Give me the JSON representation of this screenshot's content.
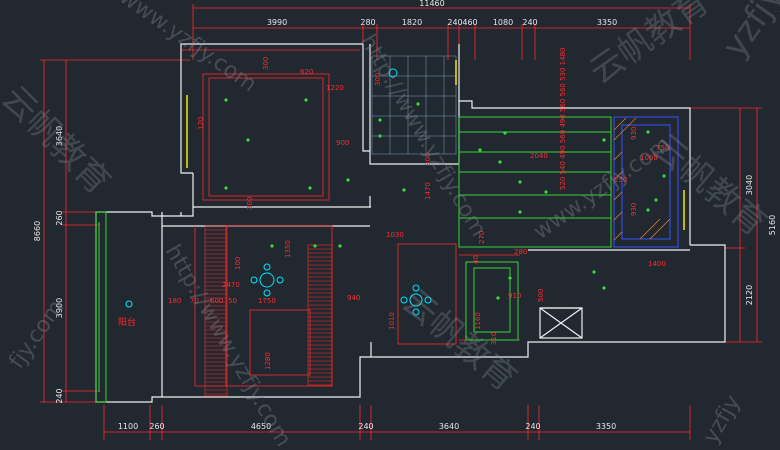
{
  "colors": {
    "background": "#212830",
    "wall": "#f0f0f0",
    "dimension": "#ff2a2a",
    "grid": "#33d633",
    "light": "#00e5ff",
    "blue": "#3355ff",
    "yellow": "#f5e800"
  },
  "dims_top": {
    "overall": "11460",
    "d1": "3990",
    "d2": "280",
    "d3": "1820",
    "d4": "240",
    "d5": "460",
    "d6": "1080",
    "d7": "240",
    "d8": "3350"
  },
  "dims_bottom": {
    "d1": "1100",
    "d2": "260",
    "d3": "4650",
    "d4": "240",
    "d5": "3640",
    "d6": "240",
    "d7": "3350"
  },
  "dims_left": {
    "overall": "8660",
    "d1": "3640",
    "d2": "260",
    "d3": "3900",
    "d4": "240"
  },
  "dims_right": {
    "overall": "5160",
    "d1": "3040",
    "d2": "2120"
  },
  "interior_dims": {
    "a620": "620",
    "a300": "300",
    "a1220": "1220",
    "a900": "900",
    "a120": "120",
    "a300b": "300",
    "a300c": "300",
    "a1470": "1470",
    "a1030": "1030",
    "a2040": "2040",
    "a2470": "2470",
    "a1750": "1750",
    "a1350": "1350",
    "a940": "940",
    "a1010": "1010",
    "a600": "600",
    "a50": "50",
    "a180": "180",
    "a70": "70",
    "a1160": "1160",
    "a310": "310",
    "a910": "910",
    "a500": "500",
    "a280": "280",
    "a1400": "1400",
    "a930": "930",
    "a1000": "1000",
    "a250": "250",
    "a750": "750",
    "a40": "40",
    "a270": "270",
    "a300d": "300",
    "a100": "100",
    "a1280": "1280"
  },
  "ceiling_series": "520 540 490 560 490 560 560 530 1480",
  "room_label": "阳台",
  "watermarks": {
    "url": "http://www.yzfjy.com",
    "brand": "云帆教育",
    "frag1": "www.yzfjy.com",
    "frag2": "fjy.com",
    "frag3": "yzfjy"
  }
}
